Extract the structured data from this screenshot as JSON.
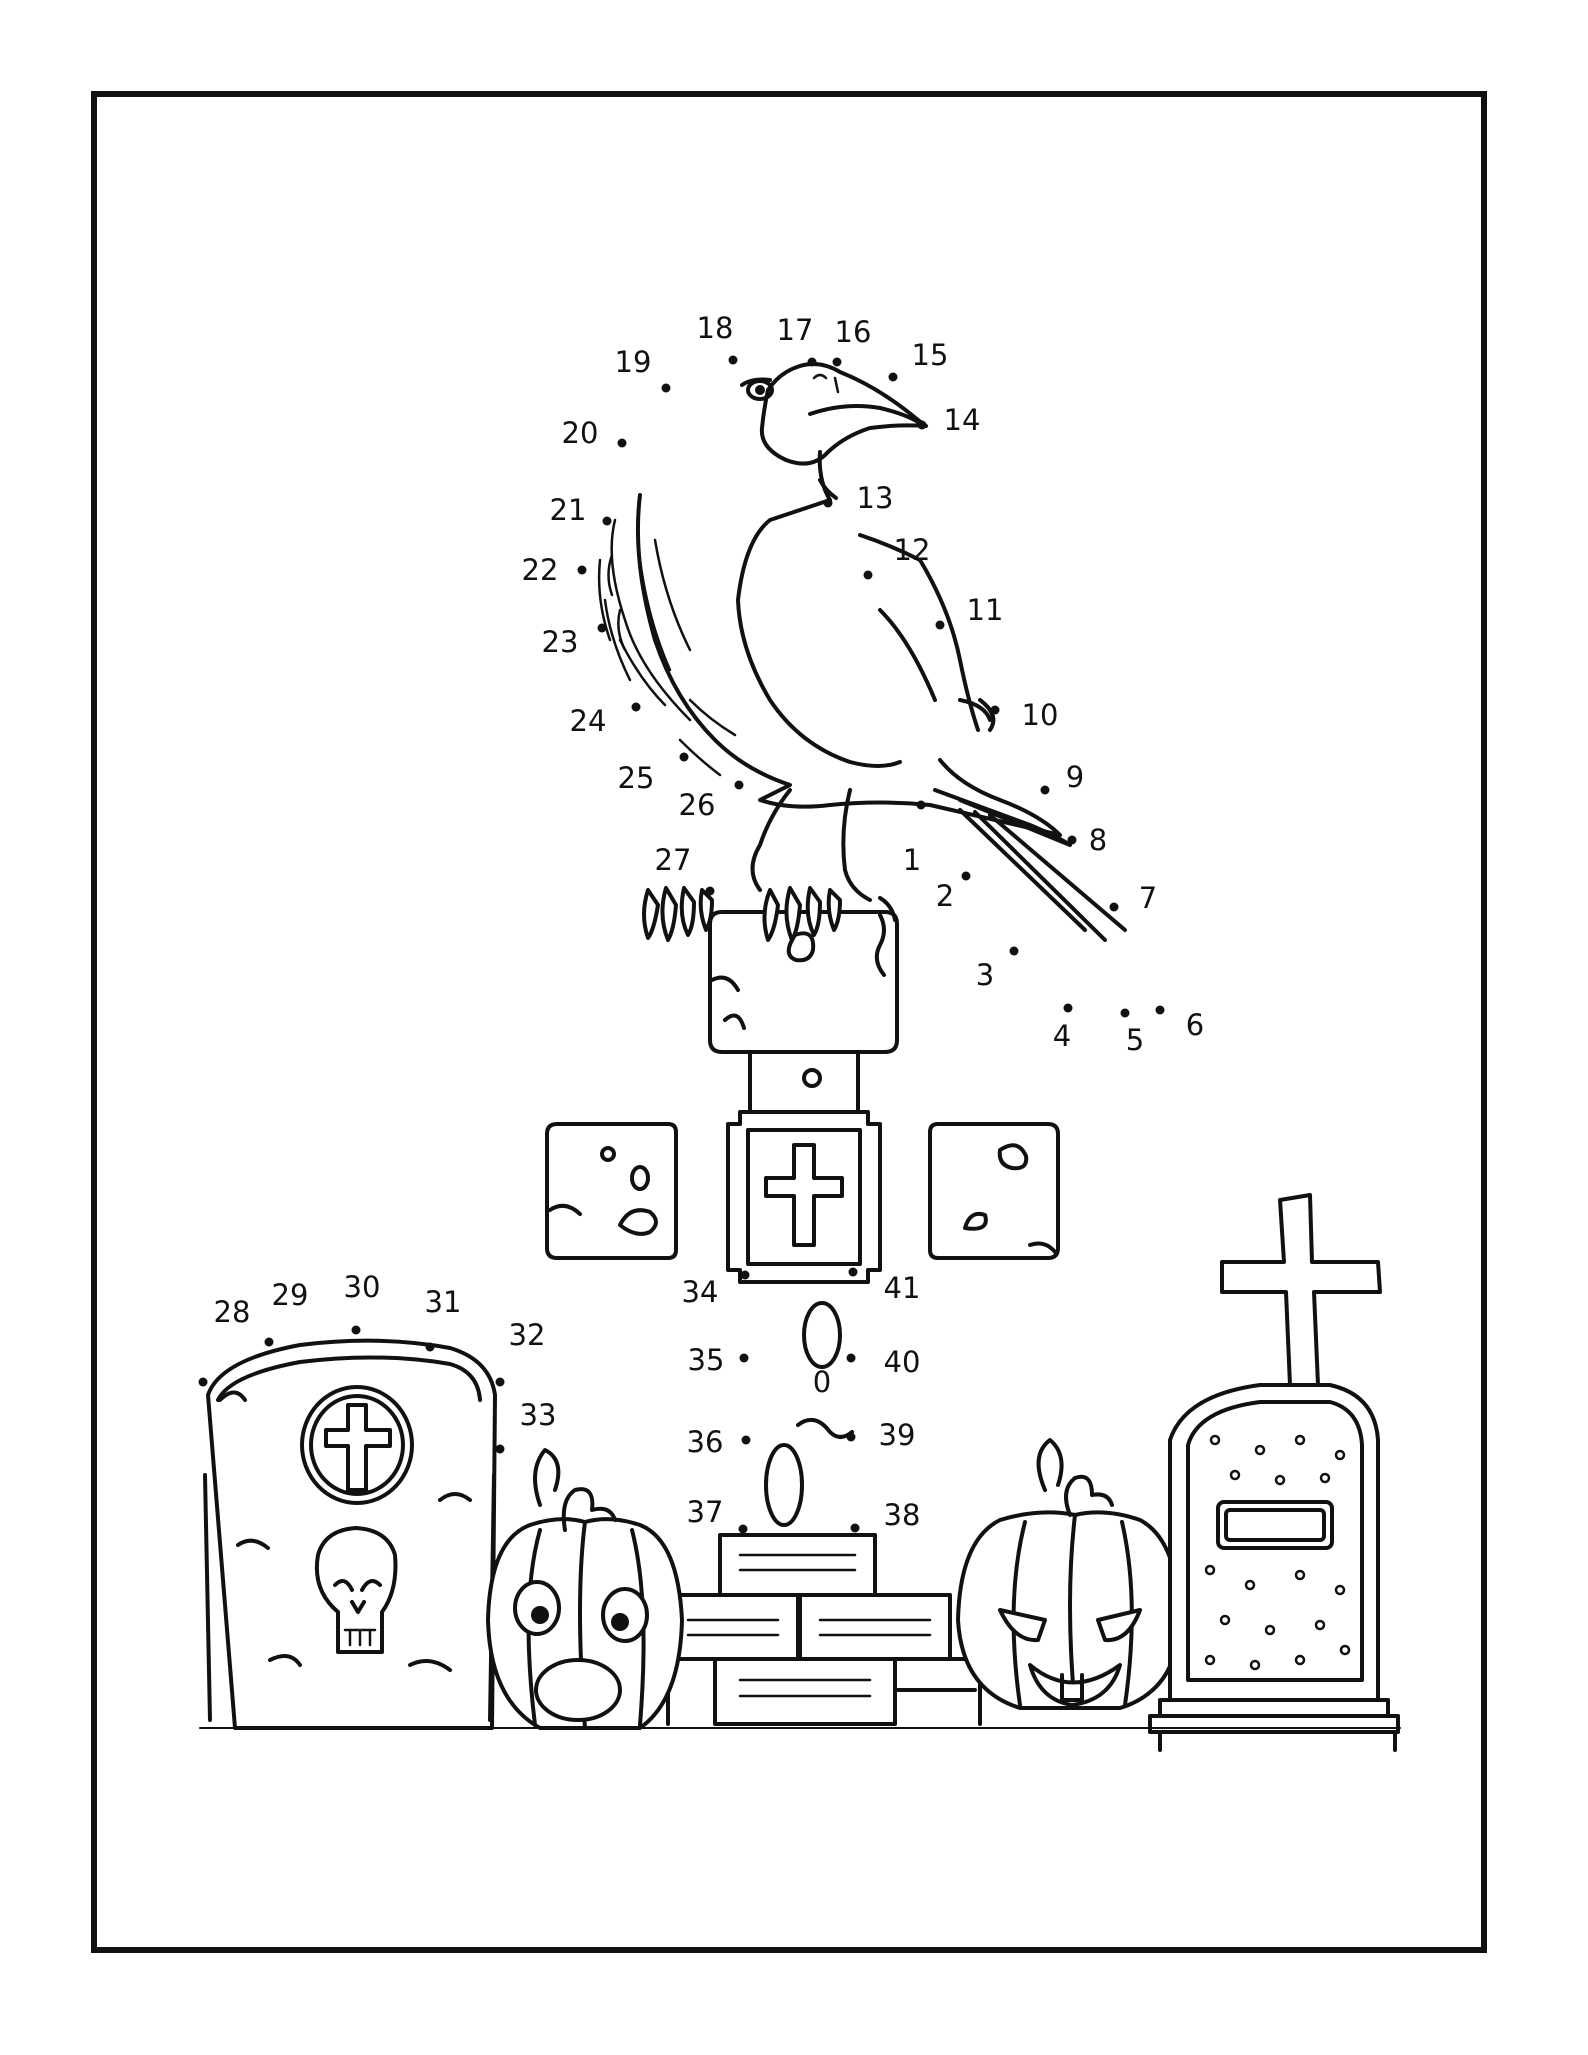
{
  "puzzle": {
    "dots": [
      {
        "n": "1"
      },
      {
        "n": "2"
      },
      {
        "n": "3"
      },
      {
        "n": "4"
      },
      {
        "n": "5"
      },
      {
        "n": "6"
      },
      {
        "n": "7"
      },
      {
        "n": "8"
      },
      {
        "n": "9"
      },
      {
        "n": "10"
      },
      {
        "n": "11"
      },
      {
        "n": "12"
      },
      {
        "n": "13"
      },
      {
        "n": "14"
      },
      {
        "n": "15"
      },
      {
        "n": "16"
      },
      {
        "n": "17"
      },
      {
        "n": "18"
      },
      {
        "n": "19"
      },
      {
        "n": "20"
      },
      {
        "n": "21"
      },
      {
        "n": "22"
      },
      {
        "n": "23"
      },
      {
        "n": "24"
      },
      {
        "n": "25"
      },
      {
        "n": "26"
      },
      {
        "n": "27"
      },
      {
        "n": "28"
      },
      {
        "n": "29"
      },
      {
        "n": "30"
      },
      {
        "n": "31"
      },
      {
        "n": "32"
      },
      {
        "n": "33"
      },
      {
        "n": "34"
      },
      {
        "n": "35"
      },
      {
        "n": "36"
      },
      {
        "n": "37"
      },
      {
        "n": "38"
      },
      {
        "n": "39"
      },
      {
        "n": "40"
      },
      {
        "n": "41"
      }
    ]
  },
  "illustration": {
    "subjects": [
      "crow-icon",
      "grave-cross-icon",
      "tombstone-icon",
      "pumpkin-icon",
      "jack-o-lantern-icon",
      "skull-icon"
    ],
    "line_color": "#111111",
    "background": "#ffffff"
  }
}
